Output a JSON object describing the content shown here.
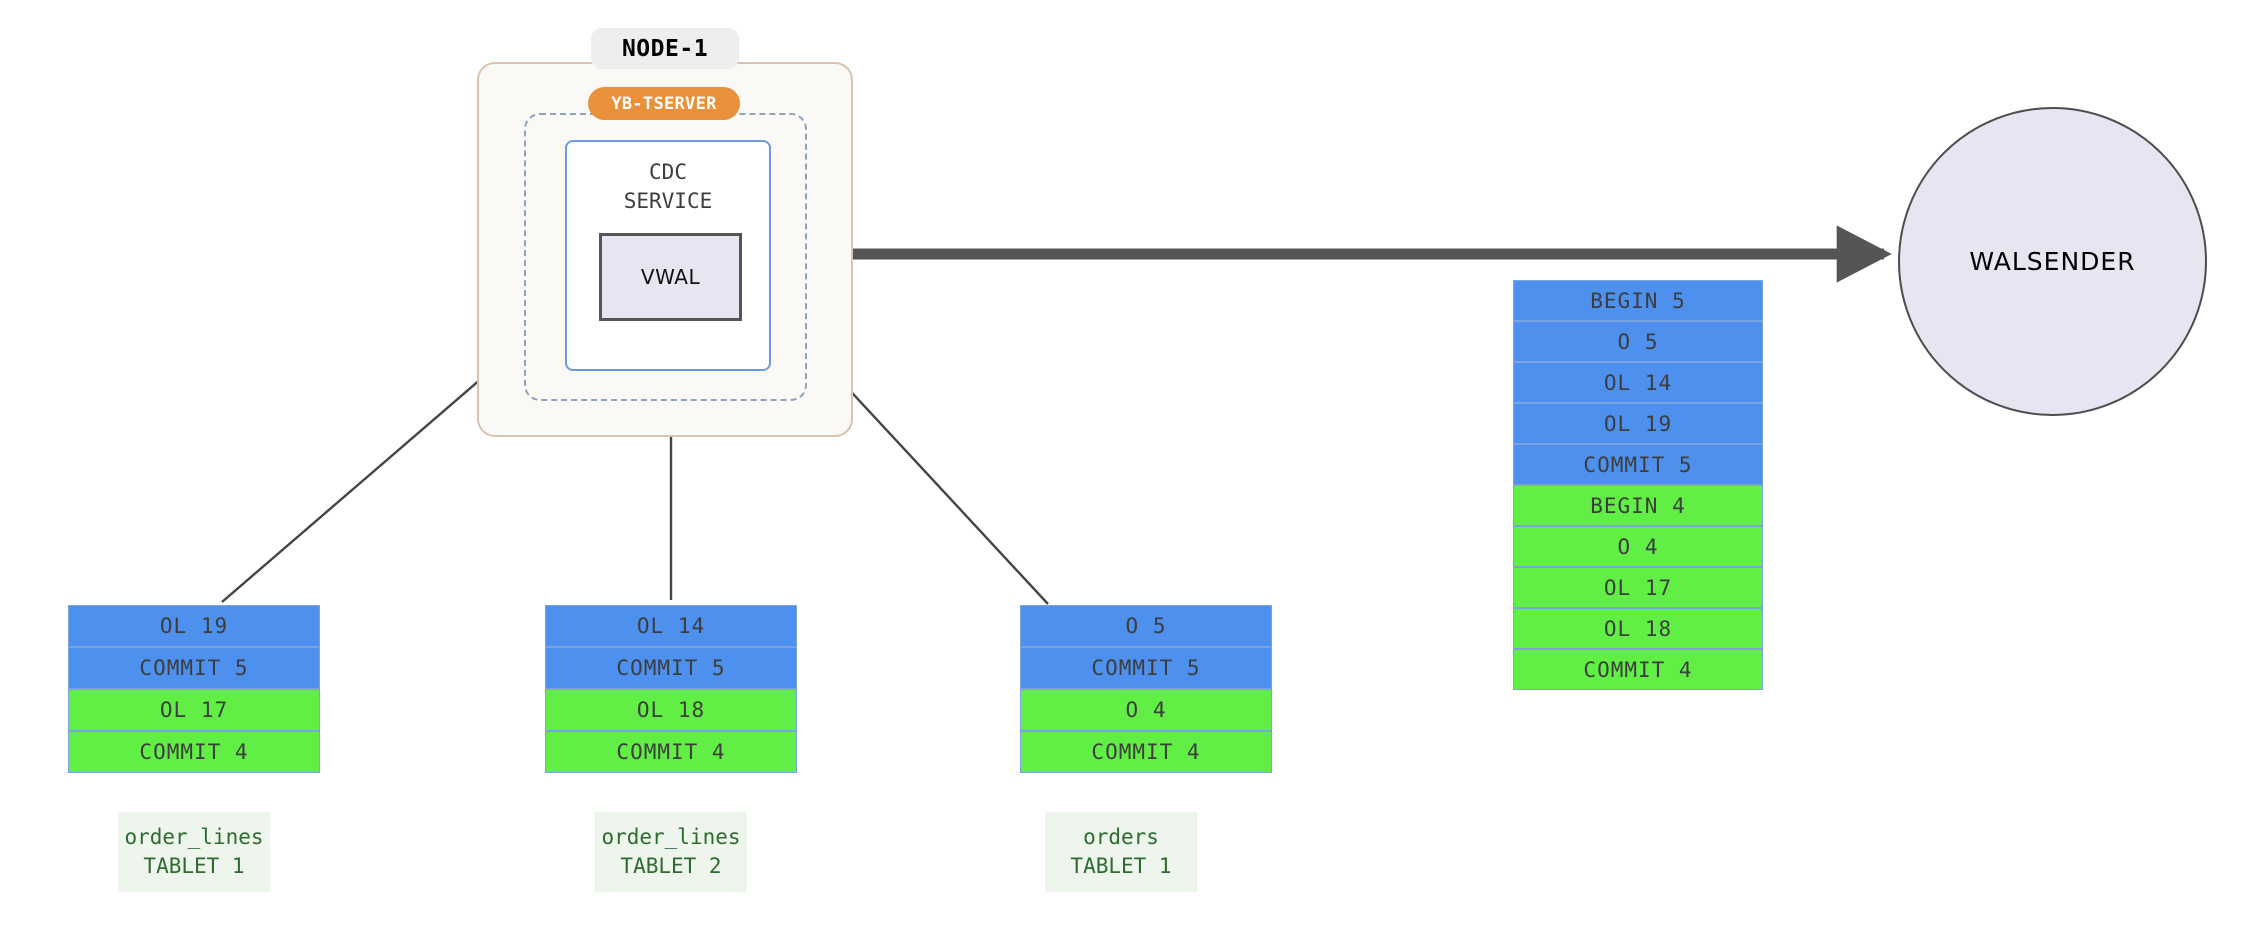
{
  "node": {
    "badge_label": "NODE-1",
    "tserver_label": "YB-TSERVER",
    "cdc_service_label": "CDC\nSERVICE",
    "vwal_label": "VWAL",
    "colors": {
      "node_bg": "#fbf9f6",
      "node_border": "#d7c4b3",
      "node_badge_bg": "#eeeeee",
      "tserver_bg": "#e8913a",
      "tserver_dash_border": "#8fa3b8",
      "cdc_border": "#6b9ae0",
      "vwal_bg": "#e6e6f2",
      "vwal_border": "#555555"
    }
  },
  "walsender": {
    "label": "WALSENDER",
    "fill": "#e6e6f2",
    "stroke": "#4d4d4d"
  },
  "arrows": {
    "main_stream_color": "#555555",
    "tablet_arrow_color": "#444444"
  },
  "record_colors": {
    "txn5": "#4d90ee",
    "txn4": "#62ef45",
    "row_border": "#7ba3e0",
    "text": "#3d3d3d"
  },
  "center_stack": {
    "name": "vwal-assembled-stream",
    "rows": [
      {
        "label": "BEGIN 5",
        "color": "txn5"
      },
      {
        "label": "O 5",
        "color": "txn5"
      },
      {
        "label": "OL 14",
        "color": "txn5"
      },
      {
        "label": "OL 19",
        "color": "txn5"
      },
      {
        "label": "COMMIT 5",
        "color": "txn5"
      },
      {
        "label": "BEGIN 4",
        "color": "txn4"
      },
      {
        "label": "O 4",
        "color": "txn4"
      },
      {
        "label": "OL 17",
        "color": "txn4"
      },
      {
        "label": "OL 18",
        "color": "txn4"
      },
      {
        "label": "COMMIT 4",
        "color": "txn4"
      }
    ]
  },
  "tablets": [
    {
      "name": "order_lines-tablet-1",
      "table": "order_lines",
      "tablet": "TABLET 1",
      "rows": [
        {
          "label": "OL 19",
          "color": "txn5"
        },
        {
          "label": "COMMIT 5",
          "color": "txn5"
        },
        {
          "label": "OL 17",
          "color": "txn4"
        },
        {
          "label": "COMMIT 4",
          "color": "txn4"
        }
      ]
    },
    {
      "name": "order_lines-tablet-2",
      "table": "order_lines",
      "tablet": "TABLET 2",
      "rows": [
        {
          "label": "OL 14",
          "color": "txn5"
        },
        {
          "label": "COMMIT 5",
          "color": "txn5"
        },
        {
          "label": "OL 18",
          "color": "txn4"
        },
        {
          "label": "COMMIT 4",
          "color": "txn4"
        }
      ]
    },
    {
      "name": "orders-tablet-1",
      "table": "orders",
      "tablet": "TABLET 1",
      "rows": [
        {
          "label": "O 5",
          "color": "txn5"
        },
        {
          "label": "COMMIT 5",
          "color": "txn5"
        },
        {
          "label": "O 4",
          "color": "txn4"
        },
        {
          "label": "COMMIT 4",
          "color": "txn4"
        }
      ]
    }
  ]
}
